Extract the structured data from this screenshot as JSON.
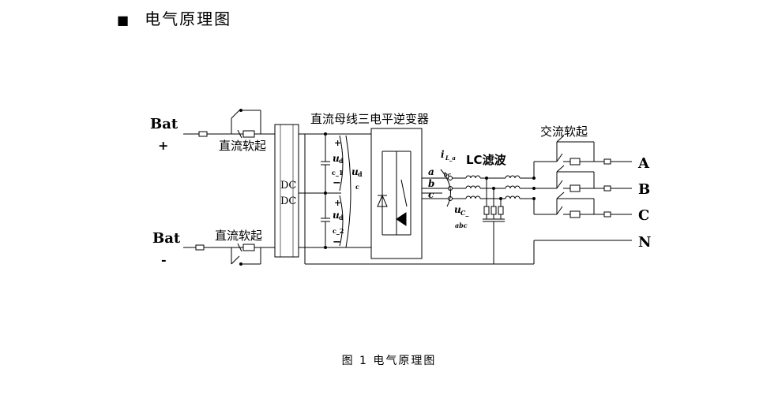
{
  "heading": {
    "bullet": "■",
    "title": "电气原理图"
  },
  "caption": "图 1 电气原理图",
  "diagram": {
    "bat_pos": "Bat",
    "bat_pos_sign": "+",
    "bat_neg": "Bat",
    "bat_neg_sign": "-",
    "dc_soft_start_top": "直流软起",
    "dc_soft_start_bottom": "直流软起",
    "dcdc_line1": "DC",
    "dcdc_line2": "DC",
    "inverter_title": "直流母线三电平逆变器",
    "cap_top_plus": "+",
    "cap_top_minus": "−",
    "cap_top_u": "u",
    "cap_top_sub": "d",
    "cap_top_idx": "c_1",
    "cap_bot_plus": "+",
    "cap_bot_minus": "−",
    "cap_bot_u": "u",
    "cap_bot_sub": "d",
    "cap_bot_idx": "c_2",
    "bus_u": "u",
    "bus_sub": "d",
    "bus_idx": "c",
    "phase_a": "a",
    "phase_b": "b",
    "phase_c": "c",
    "current_label": "i",
    "current_sub": "L_a",
    "current_tail": "bc",
    "lc_filter": "LC滤波",
    "uc_label": "u",
    "uc_sub": "C_",
    "uc_idx": "abc",
    "ac_soft_start": "交流软起",
    "out_a": "A",
    "out_b": "B",
    "out_c": "C",
    "out_n": "N"
  }
}
